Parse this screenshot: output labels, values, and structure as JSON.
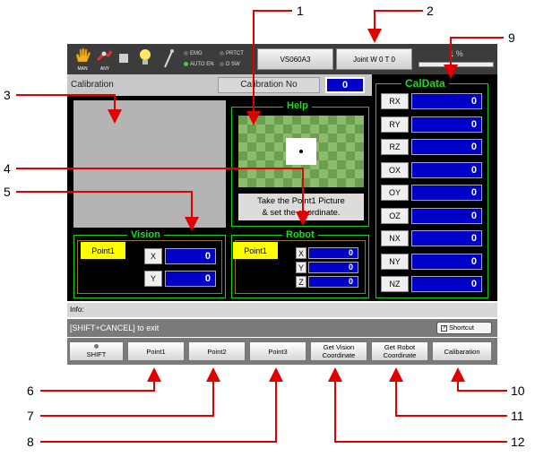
{
  "callouts": [
    "1",
    "2",
    "3",
    "4",
    "5",
    "6",
    "7",
    "8",
    "9",
    "10",
    "11",
    "12"
  ],
  "topbar": {
    "man_label": "MAN",
    "any_label": "ANY",
    "emg": "EMG",
    "prtct": "PRTCT",
    "autoen": "AUTO EN",
    "dsw": "D SW",
    "robot_model": "VS060A3",
    "joint_btn": "Joint W 0 T 0",
    "speed_value": "1 %"
  },
  "calibration": {
    "title": "Calibration",
    "no_label": "Calibration No",
    "no_value": "0"
  },
  "help": {
    "title": "Help",
    "text_line1": "Take the Point1 Picture",
    "text_line2": "& set the coordinate."
  },
  "vision": {
    "title": "Vision",
    "point_label": "Point1",
    "x_label": "X",
    "x_value": "0",
    "y_label": "Y",
    "y_value": "0"
  },
  "robot": {
    "title": "Robot",
    "point_label": "Point1",
    "x_label": "X",
    "x_value": "0",
    "y_label": "Y",
    "y_value": "0",
    "z_label": "Z",
    "z_value": "0"
  },
  "caldata": {
    "title": "CalData",
    "rows": [
      {
        "label": "RX",
        "value": "0"
      },
      {
        "label": "RY",
        "value": "0"
      },
      {
        "label": "RZ",
        "value": "0"
      },
      {
        "label": "OX",
        "value": "0"
      },
      {
        "label": "OY",
        "value": "0"
      },
      {
        "label": "OZ",
        "value": "0"
      },
      {
        "label": "NX",
        "value": "0"
      },
      {
        "label": "NY",
        "value": "0"
      },
      {
        "label": "NZ",
        "value": "0"
      }
    ]
  },
  "info": {
    "label": "Info:"
  },
  "status": {
    "message": "[SHIFT+CANCEL] to exit",
    "shortcut_label": "Shortcut"
  },
  "buttons": {
    "shift": "SHIFT",
    "point1": "Point1",
    "point2": "Point2",
    "point3": "Point3",
    "get_vision_1": "Get Vision",
    "get_vision_2": "Coordinate",
    "get_robot_1": "Get Robot",
    "get_robot_2": "Coordinate",
    "calibration": "Calibaration"
  },
  "colors": {
    "accent_green": "#16e016",
    "value_blue": "#0000c8",
    "callout_red": "#e00000",
    "highlight_yellow": "#ffff00"
  }
}
